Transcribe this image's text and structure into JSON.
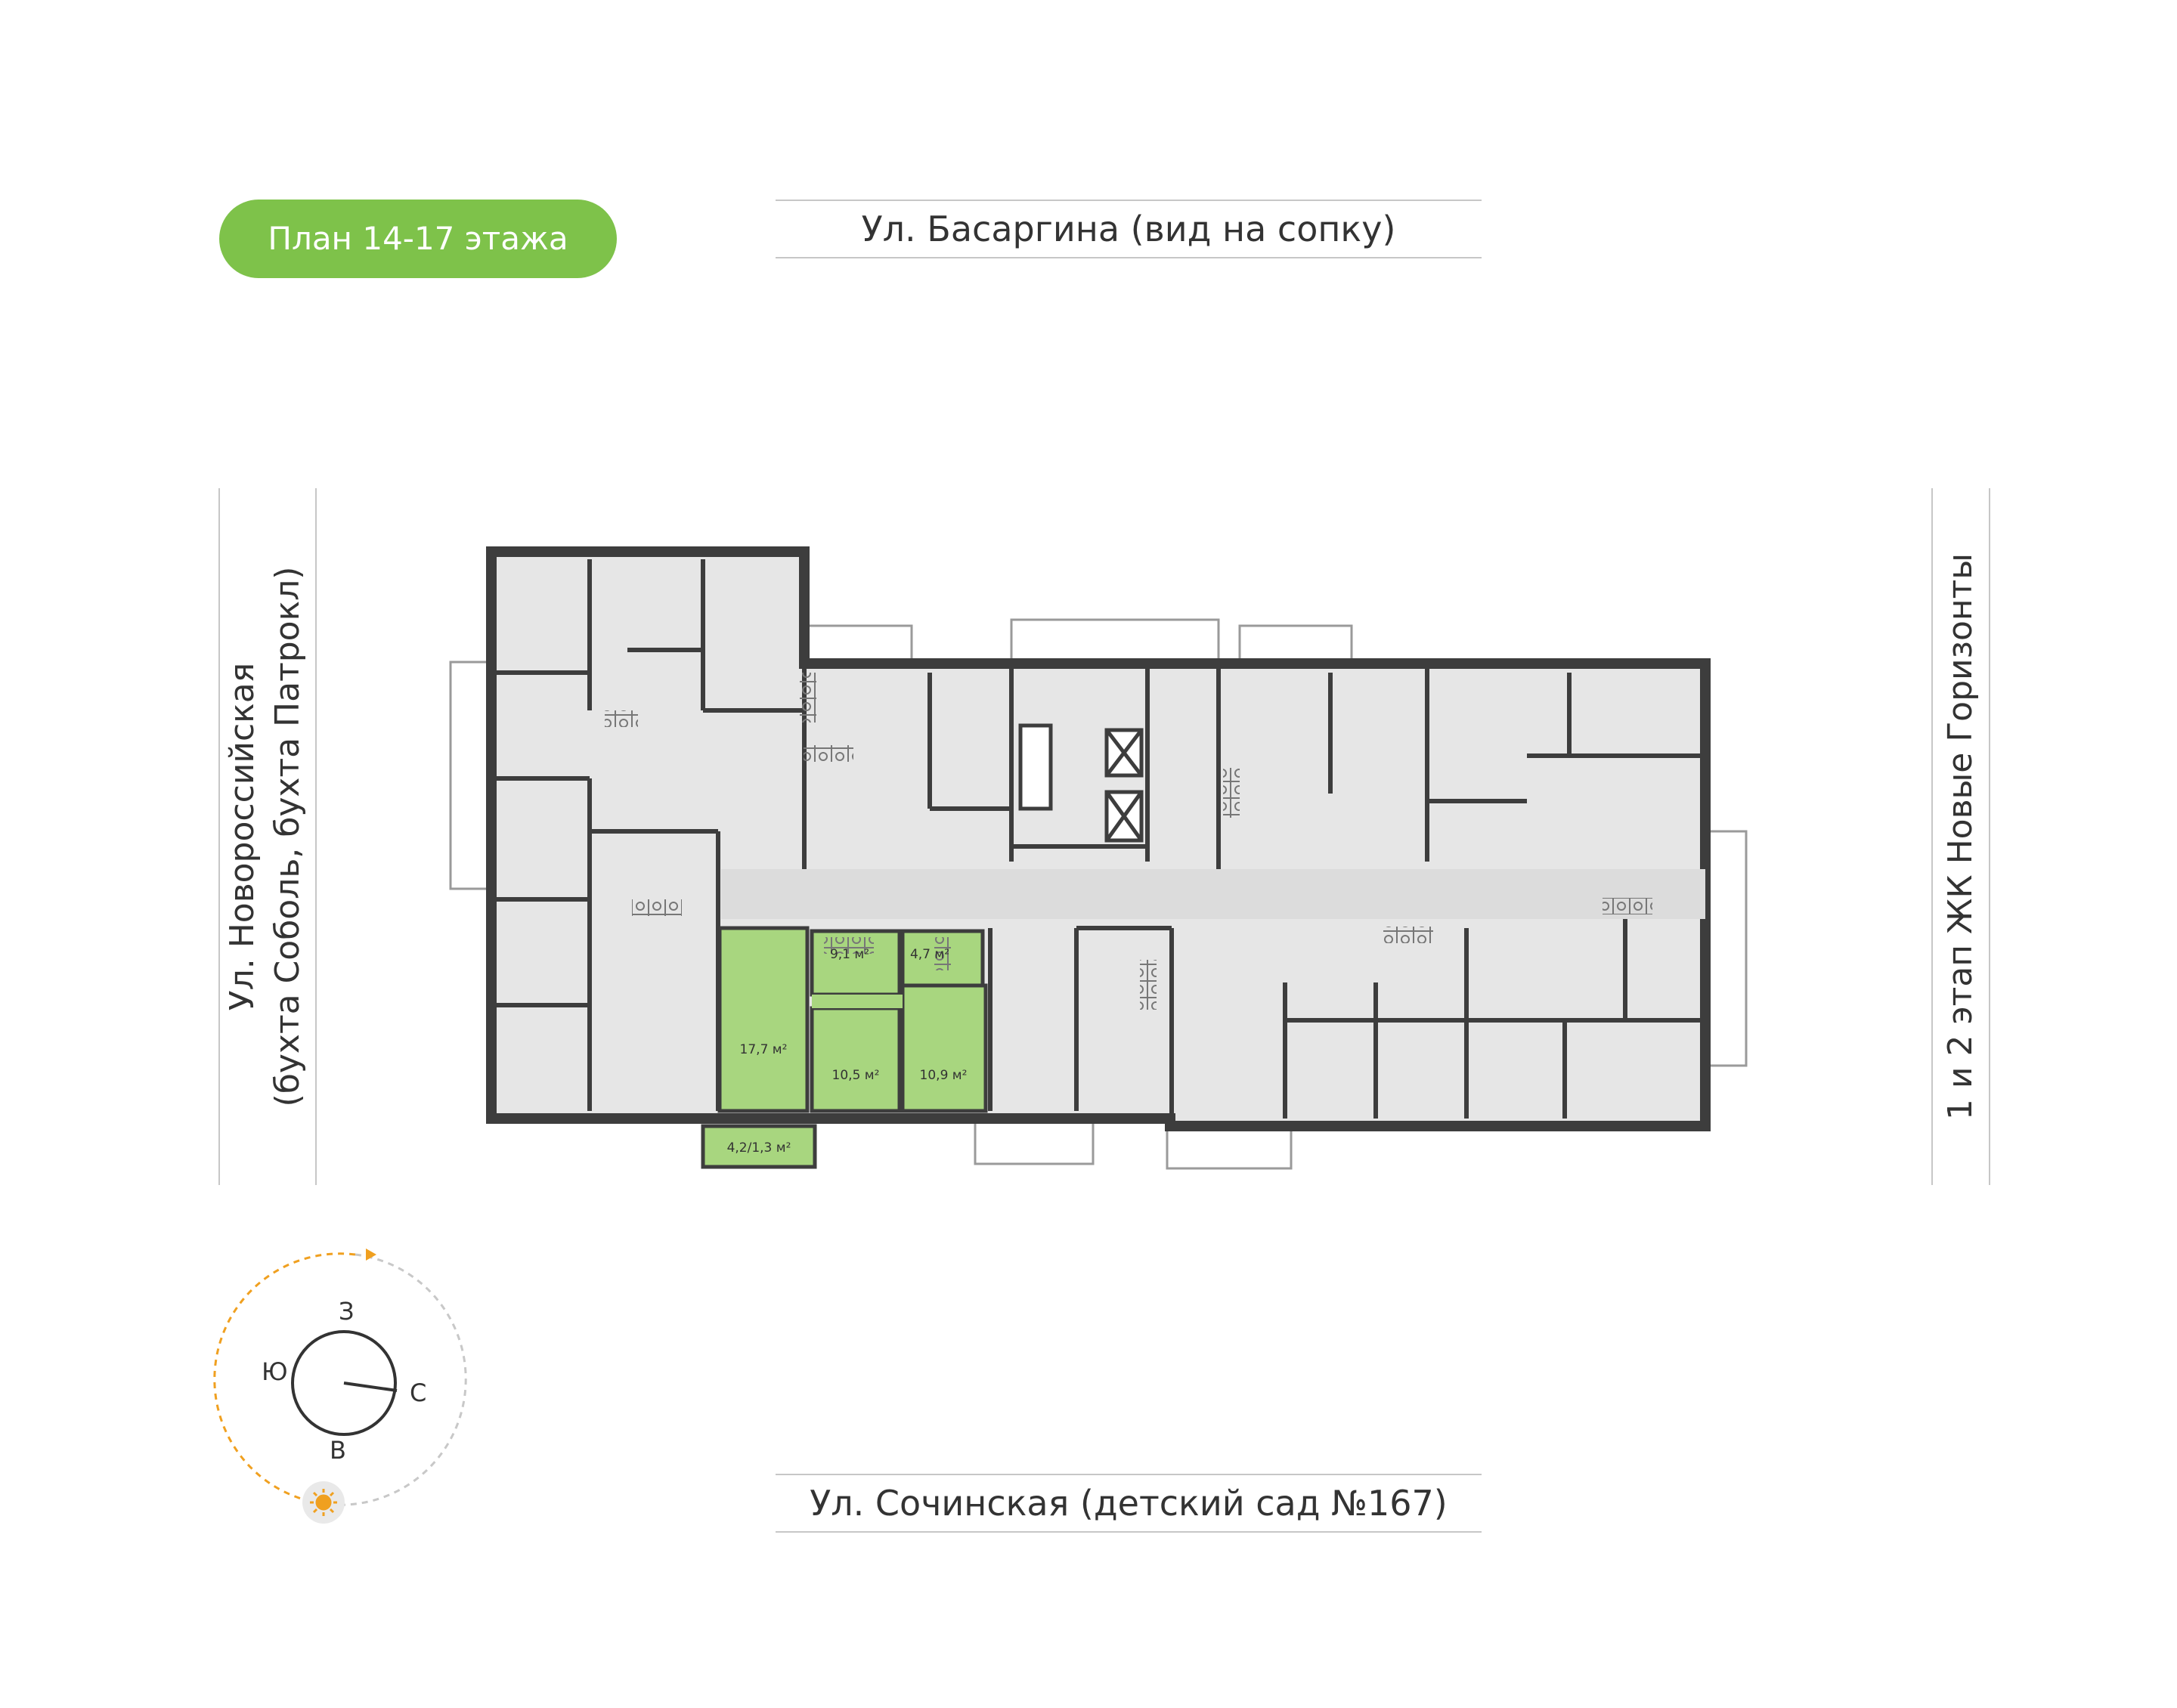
{
  "floor_badge": {
    "label": "План 14-17 этажа",
    "color": "#7ec24a"
  },
  "streets": {
    "top": "Ул. Басаргина (вид на сопку)",
    "bottom": "Ул. Сочинская (детский сад №167)",
    "left_line1": "Ул. Новороссийская",
    "left_line2": "(бухта Соболь, бухта Патрокл)",
    "right": "1 и 2 этап ЖК Новые Горизонты"
  },
  "compass": {
    "north": "С",
    "south": "Ю",
    "east": "В",
    "west": "З"
  },
  "apartment": {
    "highlight_color": "#a8d67f",
    "rooms": [
      {
        "id": "living",
        "area": "17,7 м²"
      },
      {
        "id": "room-1",
        "area": "10,5 м²"
      },
      {
        "id": "room-2",
        "area": "10,9 м²"
      },
      {
        "id": "hall",
        "area": "9,1 м²"
      },
      {
        "id": "bath",
        "area": "4,7 м²"
      },
      {
        "id": "balcony",
        "area": "4,2/1,3 м²"
      }
    ]
  },
  "colors": {
    "wall": "#3d3d3d",
    "floor": "#e6e6e6",
    "accent": "#f0a020"
  }
}
